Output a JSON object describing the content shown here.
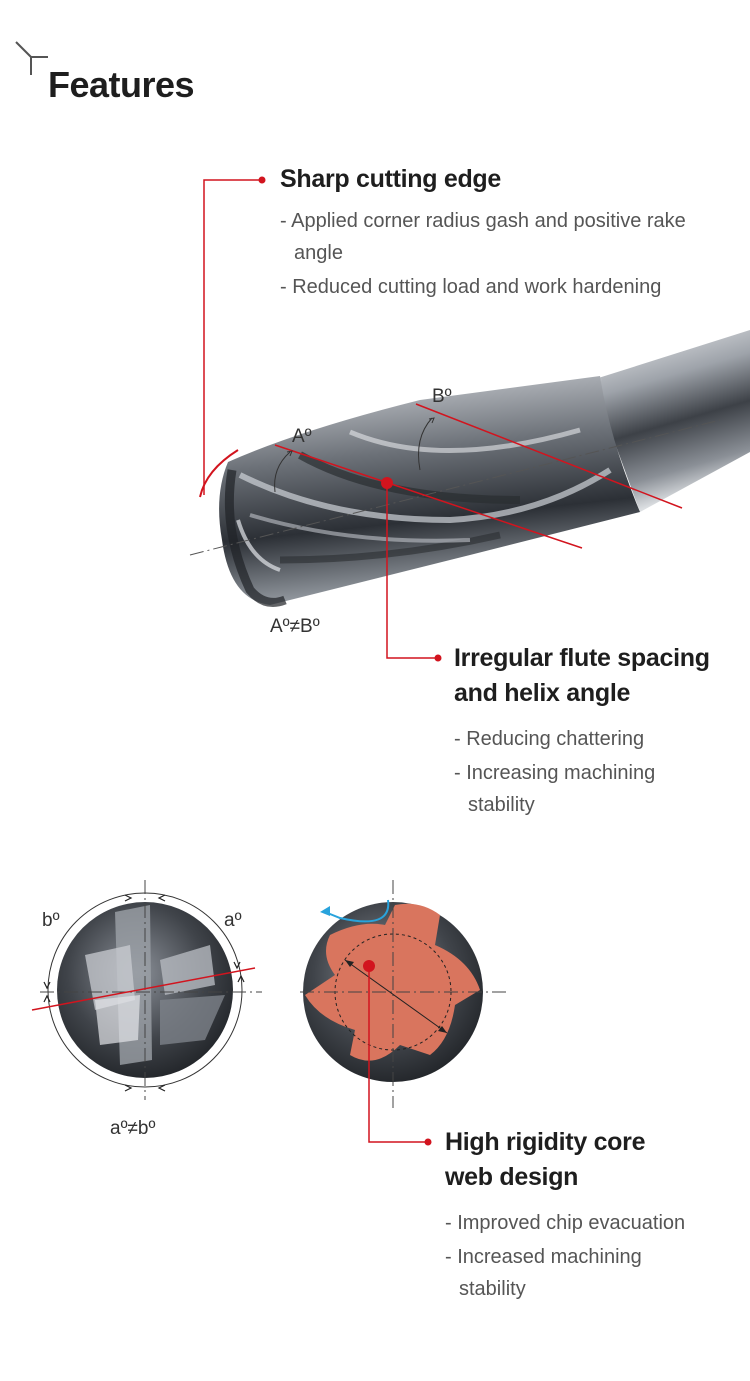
{
  "page": {
    "title": "Features"
  },
  "features": [
    {
      "title": "Sharp cutting edge",
      "points": [
        "Applied corner radius gash and positive rake angle",
        "Reduced cutting load and work hardening"
      ]
    },
    {
      "title": "Irregular flute spacing and helix angle",
      "points": [
        "Reducing chattering",
        "Increasing machining stability"
      ]
    },
    {
      "title": "High rigidity core web design",
      "points": [
        "Improved chip evacuation",
        "Increased machining stability"
      ]
    }
  ],
  "labels": {
    "angle_a_upper": "Aº",
    "angle_b_upper": "Bº",
    "angle_relation_upper": "Aº≠Bº",
    "angle_a_lower": "aº",
    "angle_b_lower": "bº",
    "angle_relation_lower": "aº≠bº"
  },
  "colors": {
    "accent": "#d2141e",
    "chip_arrow": "#29a3dc",
    "core_web": "#d9755e"
  }
}
